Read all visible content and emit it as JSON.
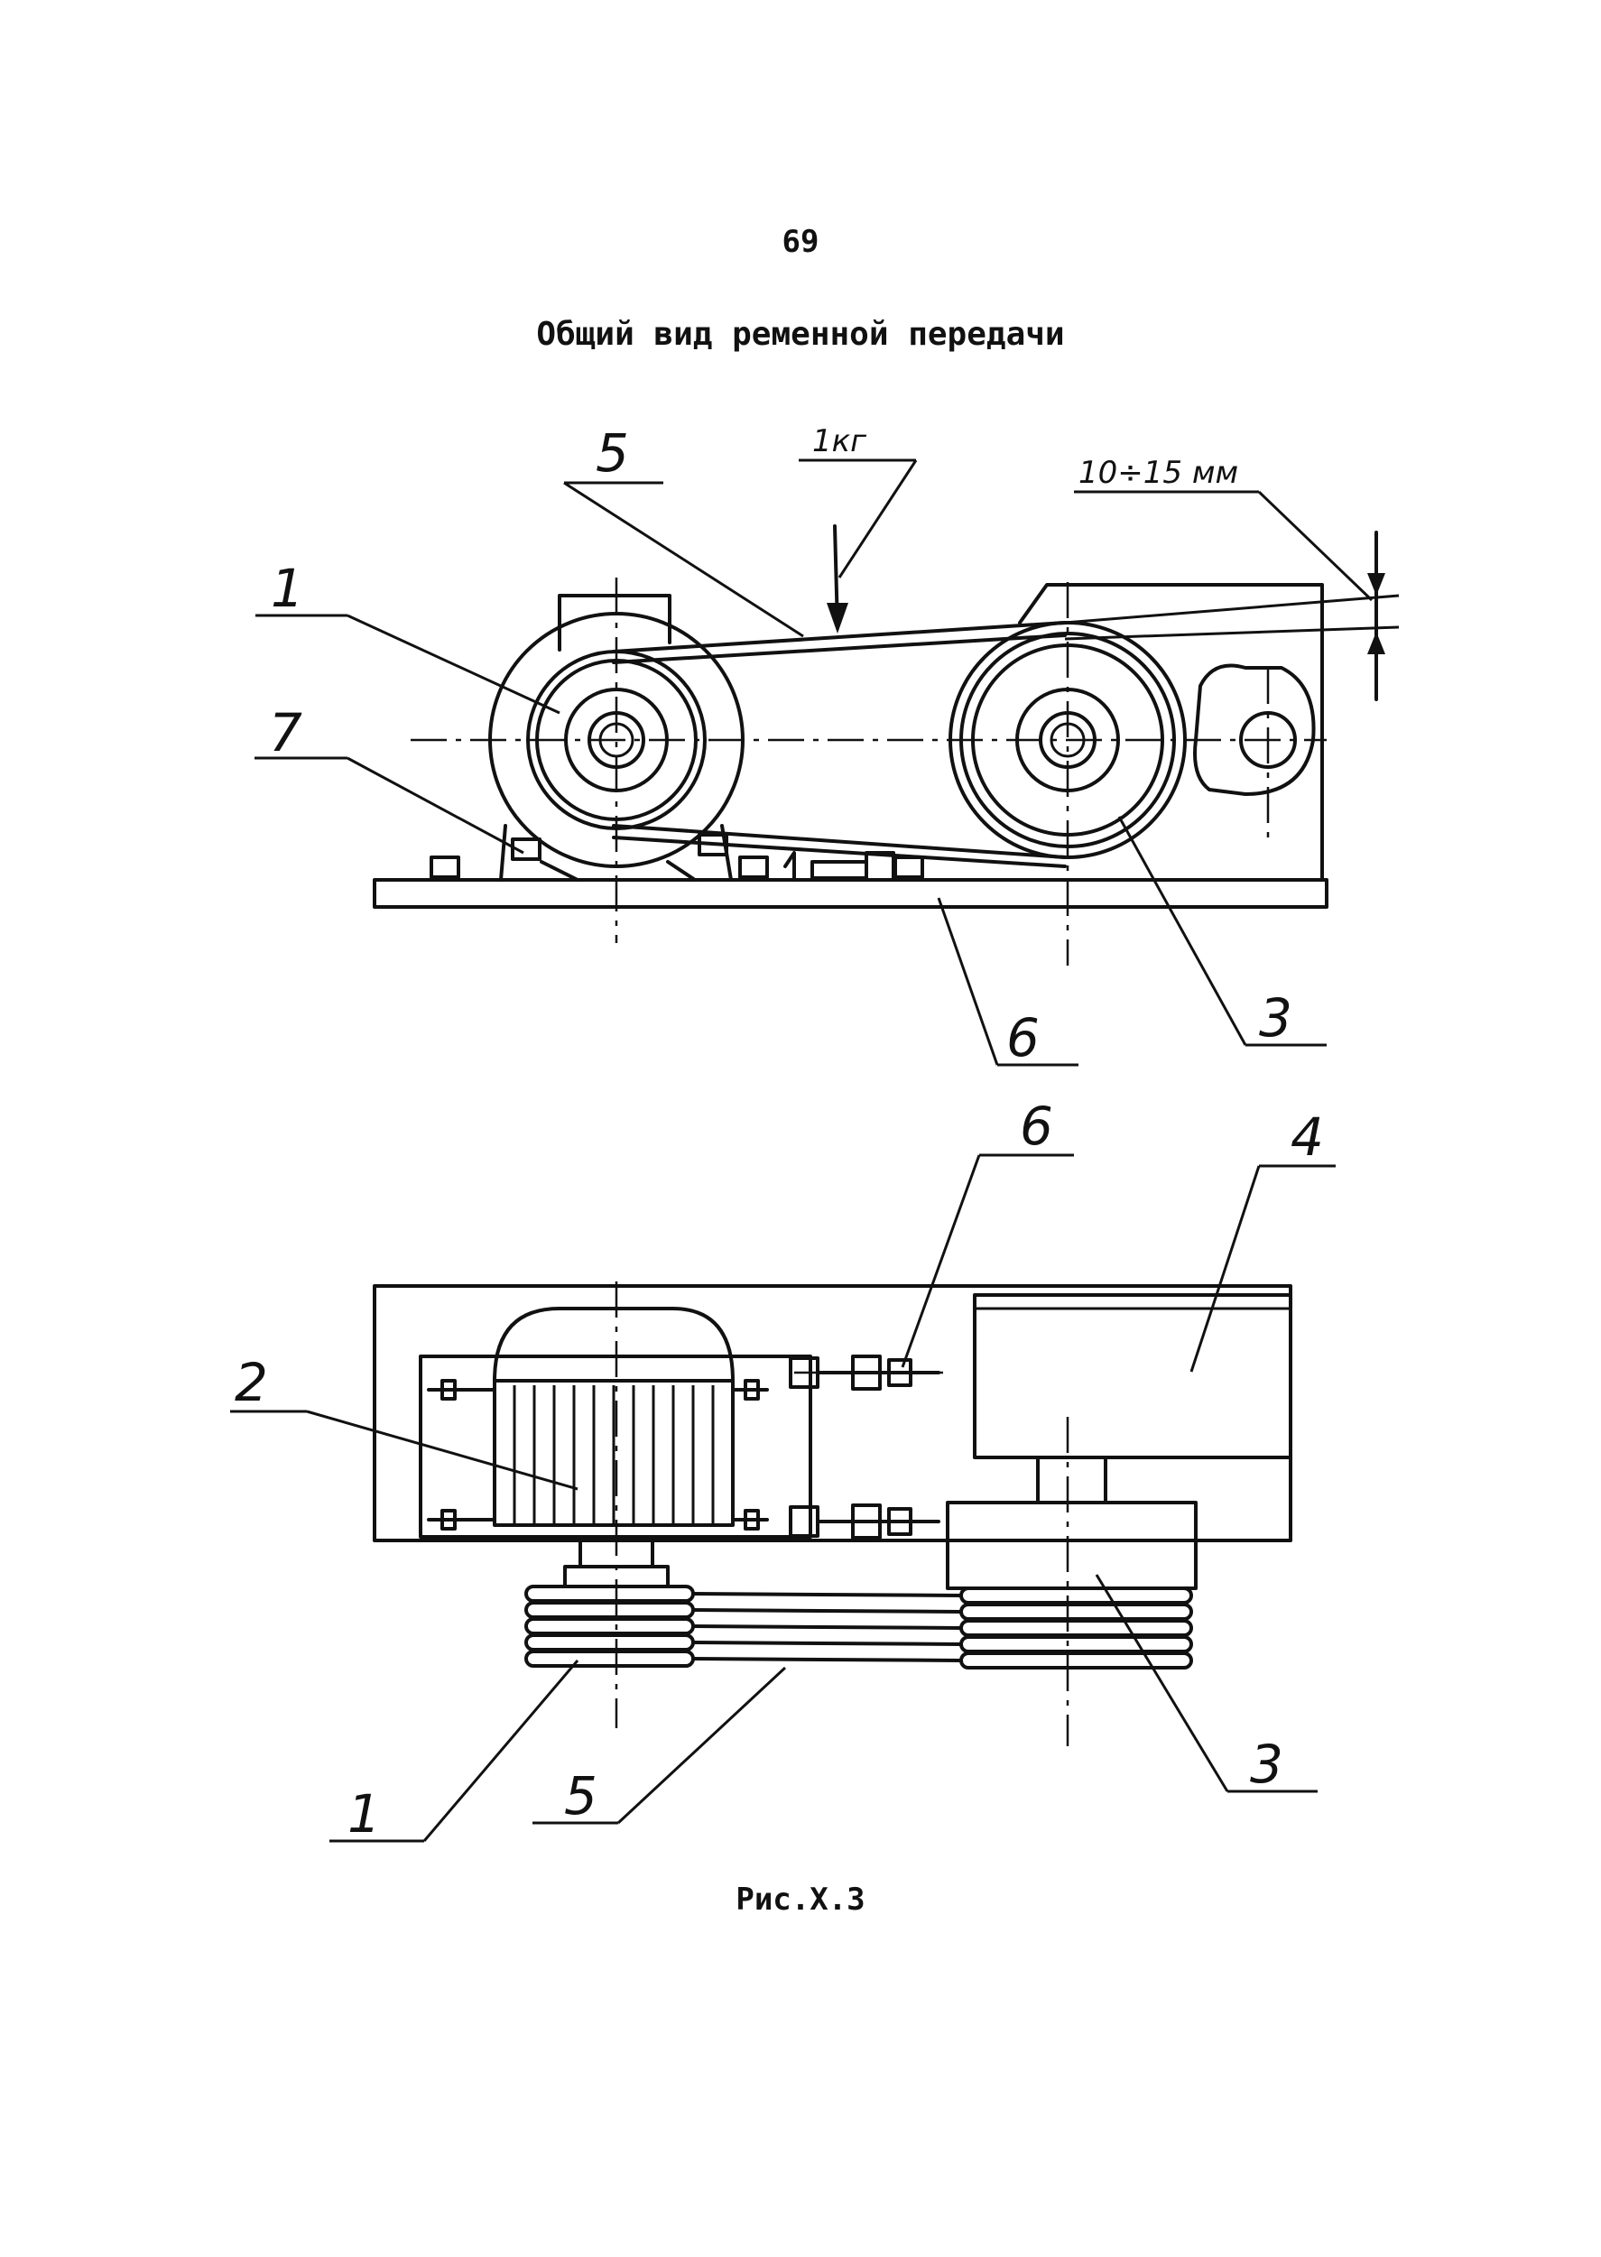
{
  "page": {
    "number": "69",
    "title": "Общий вид ременной передачи",
    "caption": "Рис.Х.3"
  },
  "side_view": {
    "callouts": {
      "c1": "1",
      "c3": "3",
      "c5": "5",
      "c6": "6",
      "c7": "7"
    },
    "force_label": "1кг",
    "deflection_label": "10÷15 мм"
  },
  "top_view": {
    "callouts": {
      "c1": "1",
      "c2": "2",
      "c3": "3",
      "c4": "4",
      "c5": "5",
      "c6": "6"
    }
  }
}
